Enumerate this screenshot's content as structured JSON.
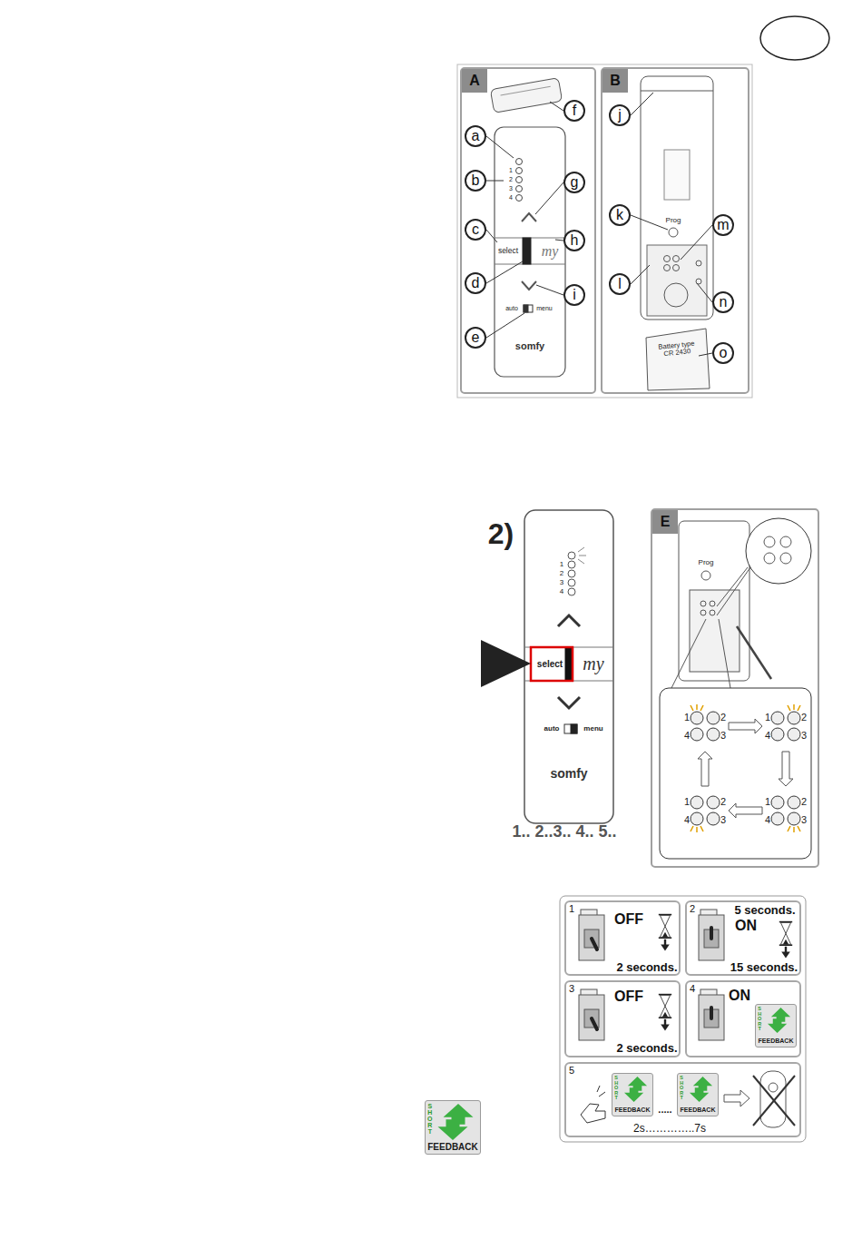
{
  "diagram": {
    "nodes": [
      {
        "text": [
          "A"
        ]
      },
      {
        "text": [
          "a"
        ],
        "in": 0
      },
      {
        "text": [
          "b"
        ],
        "in": 0
      },
      {
        "text": [
          "c"
        ],
        "in": 0
      },
      {
        "text": [
          "d"
        ],
        "in": 0
      },
      {
        "text": [
          "e"
        ],
        "in": 0
      },
      {
        "text": [
          "f"
        ],
        "in": 0
      },
      {
        "text": [
          "g"
        ],
        "in": 0
      },
      {
        "text": [
          "h"
        ],
        "in": 0
      },
      {
        "text": [
          "i"
        ],
        "in": 0
      },
      {
        "text": [
          "B"
        ]
      },
      {
        "text": [
          "j"
        ],
        "in": 10
      },
      {
        "text": [
          "k"
        ],
        "in": 10
      },
      {
        "text": [
          "l"
        ],
        "in": 10
      },
      {
        "text": [
          "m"
        ],
        "in": 10
      },
      {
        "text": [
          "n"
        ],
        "in": 10
      },
      {
        "text": [
          "o"
        ],
        "in": 10
      },
      {
        "text": [
          "E"
        ]
      },
      {
        "text": [
          "1",
          "OFF",
          "2 seconds."
        ]
      },
      {
        "text": [
          "2",
          "5 seconds.",
          "ON",
          "15 seconds."
        ]
      },
      {
        "text": [
          "3",
          "OFF",
          "2 seconds."
        ]
      },
      {
        "text": [
          "4",
          "ON"
        ]
      },
      {
        "text": [
          "SHORT",
          "FEEDBACK"
        ],
        "in": 21
      },
      {
        "text": [
          "5",
          ".....",
          "2s…………..7s"
        ]
      },
      {
        "text": [
          "SHORT",
          "FEEDBACK"
        ],
        "in": 23
      },
      {
        "text": [
          "SHORT",
          "FEEDBACK"
        ],
        "in": 23
      },
      {
        "text": [
          "SHORT",
          "FEEDBACK"
        ]
      }
    ],
    "labels": [
      "1",
      "2",
      "3",
      "4",
      "select",
      "my",
      "auto",
      "menu",
      "somfy",
      "Prog",
      "Battery type CR 2430",
      "2)",
      "1",
      "2",
      "3",
      "4",
      "select",
      "my",
      "auto",
      "menu",
      "somfy",
      "1.. 2..3.. 4.. 5..",
      "Prog",
      "1",
      "2",
      "4",
      "3",
      "1",
      "2",
      "4",
      "3",
      "1",
      "2",
      "4",
      "3",
      "1",
      "2",
      "4",
      "3"
    ]
  }
}
